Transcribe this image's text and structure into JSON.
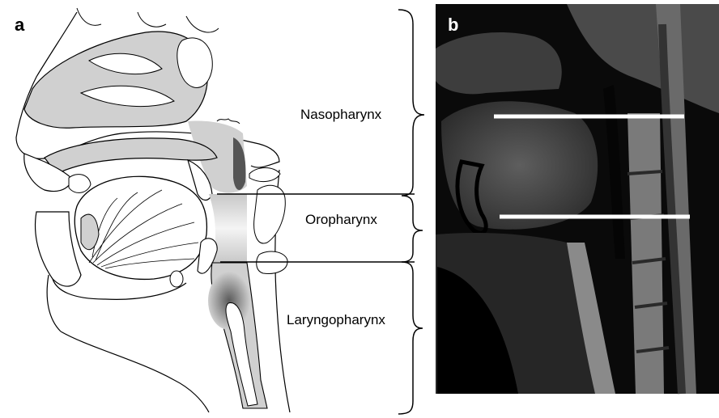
{
  "panels": {
    "a_label": "a",
    "b_label": "b"
  },
  "regions": {
    "nasopharynx": "Nasopharynx",
    "oropharynx": "Oropharynx",
    "laryngopharynx": "Laryngopharynx"
  },
  "colors": {
    "tissue_fill": "#d0d0d0",
    "outline": "#000000",
    "mri_background": "#0a0a0a",
    "marker_lines": "#ffffff"
  }
}
